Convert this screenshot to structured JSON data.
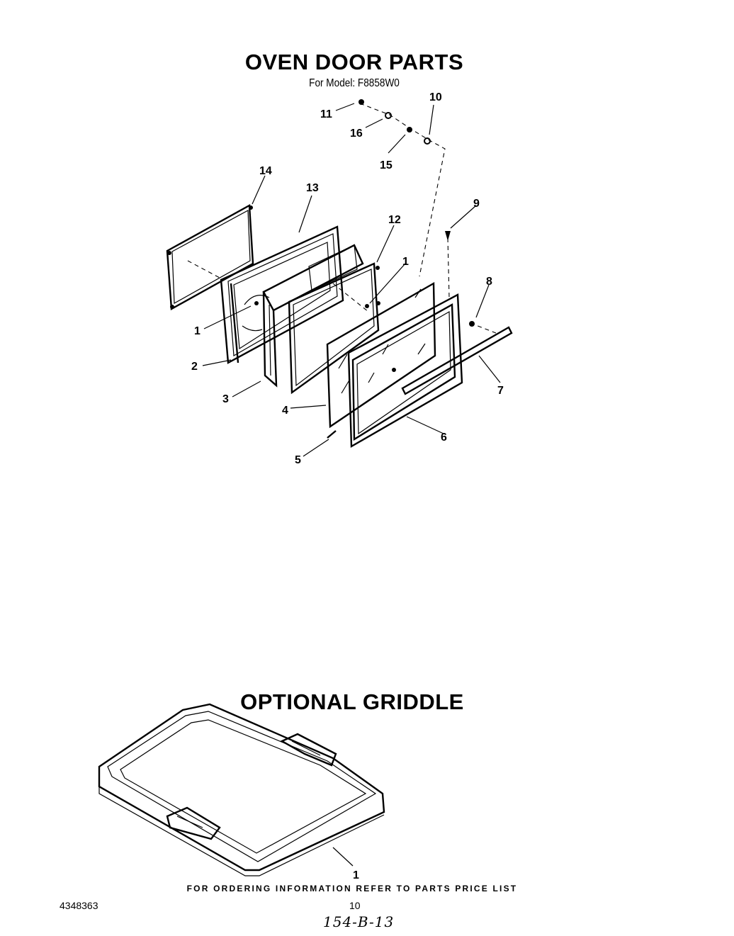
{
  "oven_section": {
    "title": "OVEN DOOR PARTS",
    "model_line": "For Model: F8858W0",
    "callouts": [
      "11",
      "16",
      "10",
      "15",
      "14",
      "13",
      "12",
      "9",
      "1",
      "1",
      "8",
      "2",
      "3",
      "7",
      "4",
      "6",
      "5"
    ]
  },
  "griddle_section": {
    "title": "OPTIONAL GRIDDLE",
    "callouts": [
      "1"
    ]
  },
  "footer": {
    "note": "FOR ORDERING INFORMATION REFER TO PARTS PRICE LIST",
    "doc_number": "4348363",
    "page_number": "10",
    "handwritten_code": "154-B-13"
  }
}
